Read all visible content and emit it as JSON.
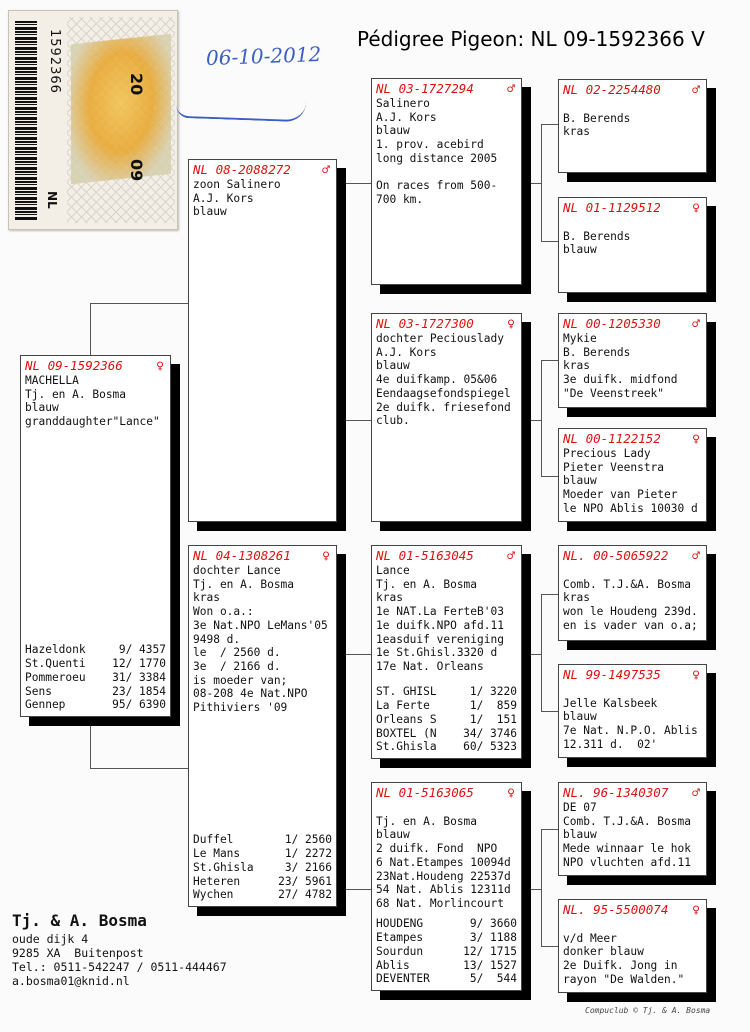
{
  "header": {
    "title": "Pédigree Pigeon: NL  09-1592366 V",
    "date": "06-10-2012"
  },
  "sticker": {
    "ring_number": "1592366",
    "year_top": "20",
    "year_bottom": "09",
    "country": "NL",
    "label_color": "#e8a428"
  },
  "boxes": {
    "b1": {
      "ring": "NL  09-1592366",
      "sex": "♀",
      "lines": [
        "MACHELLA",
        "Tj. en A. Bosma",
        "blauw",
        "granddaughter\"Lance\""
      ],
      "races": [
        [
          "Hazeldonk",
          "9/ 4357"
        ],
        [
          "St.Quenti",
          "12/ 1770"
        ],
        [
          "Pommeroeu",
          "31/ 3384"
        ],
        [
          "Sens",
          "23/ 1854"
        ],
        [
          "Gennep",
          "95/ 6390"
        ]
      ]
    },
    "b2": {
      "ring": "NL  08-2088272",
      "sex": "♂",
      "lines": [
        "zoon Salinero",
        "A.J. Kors",
        "blauw"
      ],
      "races": []
    },
    "b3": {
      "ring": "NL  04-1308261",
      "sex": "♀",
      "lines": [
        "dochter Lance",
        "Tj. en A. Bosma",
        "kras",
        "Won o.a.:",
        "3e Nat.NPO LeMans'05",
        "9498 d.",
        "le  / 2560 d.",
        "3e  / 2166 d.",
        "is moeder van;",
        "08-208 4e Nat.NPO",
        "Pithiviers '09"
      ],
      "races": [
        [
          "Duffel",
          "1/ 2560"
        ],
        [
          "Le Mans",
          "1/ 2272"
        ],
        [
          "St.Ghisla",
          "3/ 2166"
        ],
        [
          "Heteren",
          "23/ 5961"
        ],
        [
          "Wychen",
          "27/ 4782"
        ]
      ]
    },
    "b4": {
      "ring": "NL  03-1727294",
      "sex": "♂",
      "lines": [
        "Salinero",
        "A.J. Kors",
        "blauw",
        "1. prov. acebird",
        "long distance 2005",
        "",
        "On races from 500-",
        "700 km."
      ],
      "races": []
    },
    "b5": {
      "ring": "NL  03-1727300",
      "sex": "♀",
      "lines": [
        "dochter Peciouslady",
        "A.J. Kors",
        "blauw",
        "4e duifkamp. 05&06",
        "Eendaagsefondspiegel",
        "2e duifk. friesefond",
        "club."
      ],
      "races": []
    },
    "b6": {
      "ring": "NL  01-5163045",
      "sex": "♂",
      "lines": [
        "Lance",
        "Tj. en A. Bosma",
        "kras",
        "1e NAT.La FerteB'03",
        "1e duifk.NPO afd.11",
        "1easduif vereniging",
        "1e St.Ghisl.3320 d",
        "17e Nat. Orleans"
      ],
      "races": [
        [
          "ST. GHISL",
          "1/ 3220"
        ],
        [
          "La Ferte",
          "1/  859"
        ],
        [
          "Orleans S",
          "1/  151"
        ],
        [
          "BOXTEL (N",
          "34/ 3746"
        ],
        [
          "St.Ghisla",
          "60/ 5323"
        ]
      ]
    },
    "b7": {
      "ring": "NL  01-5163065",
      "sex": "♀",
      "lines": [
        "",
        "Tj. en A. Bosma",
        "blauw",
        "2 duifk. Fond  NPO",
        "6 Nat.Etampes 10094d",
        "23Nat.Houdeng 22537d",
        "54 Nat. Ablis 12311d",
        "68 Nat. Morlincourt"
      ],
      "races": [
        [
          "HOUDENG",
          "9/ 3660"
        ],
        [
          "Etampes",
          "3/ 1188"
        ],
        [
          "Sourdun",
          "12/ 1715"
        ],
        [
          "Ablis",
          "13/ 1527"
        ],
        [
          "DEVENTER",
          "5/  544"
        ]
      ]
    },
    "b8": {
      "ring": "NL  02-2254480",
      "sex": "♂",
      "lines": [
        "",
        "B. Berends",
        "kras"
      ],
      "races": []
    },
    "b9": {
      "ring": "NL  01-1129512",
      "sex": "♀",
      "lines": [
        "",
        "B. Berends",
        "blauw"
      ],
      "races": []
    },
    "b10": {
      "ring": "NL  00-1205330",
      "sex": "♂",
      "lines": [
        "Mykie",
        "B. Berends",
        "kras",
        "3e duifk. midfond",
        "\"De Veenstreek\""
      ],
      "races": []
    },
    "b11": {
      "ring": "NL  00-1122152",
      "sex": "♀",
      "lines": [
        "Precious Lady",
        "Pieter Veenstra",
        "blauw",
        "Moeder van Pieter",
        "le NPO Ablis 10030 d"
      ],
      "races": []
    },
    "b12": {
      "ring": "NL. 00-5065922",
      "sex": "♂",
      "lines": [
        "",
        "Comb. T.J.&A. Bosma",
        "kras",
        "won le Houdeng 239d.",
        "en is vader van o.a;"
      ],
      "races": []
    },
    "b13": {
      "ring": "NL  99-1497535",
      "sex": "♀",
      "lines": [
        "",
        "Jelle Kalsbeek",
        "blauw",
        "7e Nat. N.P.O. Ablis",
        "12.311 d.  02'"
      ],
      "races": []
    },
    "b14": {
      "ring": "NL. 96-1340307",
      "sex": "♂",
      "lines": [
        "DE 07",
        "Comb. T.J.&A. Bosma",
        "blauw",
        "Mede winnaar le hok",
        "NPO vluchten afd.11"
      ],
      "races": []
    },
    "b15": {
      "ring": "NL. 95-5500074",
      "sex": "♀",
      "lines": [
        "",
        "v/d Meer",
        "donker blauw",
        "2e Duifk. Jong in",
        "rayon \"De Walden.\""
      ],
      "races": []
    }
  },
  "owner": {
    "name": "Tj. & A. Bosma",
    "lines": [
      "oude dijk 4",
      "9285 XA  Buitenpost",
      "Tel.: 0511-542247 / 0511-444467",
      "a.bosma01@knid.nl"
    ]
  },
  "footer": "Compuclub © Tj. & A. Bosma",
  "colors": {
    "ring_text": "#dd1111",
    "date_ink": "#3b5fc0"
  }
}
